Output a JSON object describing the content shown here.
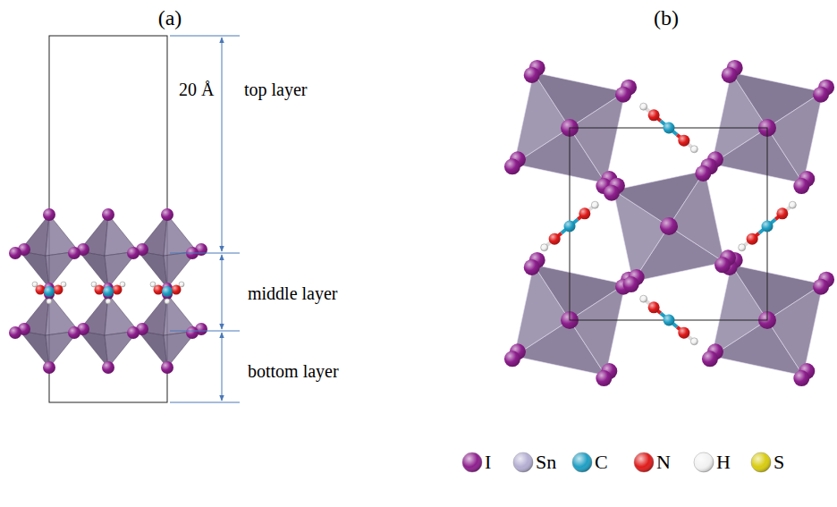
{
  "diagram": {
    "labels": [
      "(a)",
      "(b)",
      "20 Å",
      "top layer",
      "middle layer",
      "bottom layer"
    ],
    "legend": [
      {
        "text": "I",
        "color": "#8e1f8e"
      },
      {
        "text": "Sn",
        "color": "#b4aed2"
      },
      {
        "text": "C",
        "color": "#1f9fc4"
      },
      {
        "text": "N",
        "color": "#e01b1b"
      },
      {
        "text": "H",
        "color": "#f2f2f2"
      },
      {
        "text": "S",
        "color": "#d8cc10"
      }
    ]
  }
}
